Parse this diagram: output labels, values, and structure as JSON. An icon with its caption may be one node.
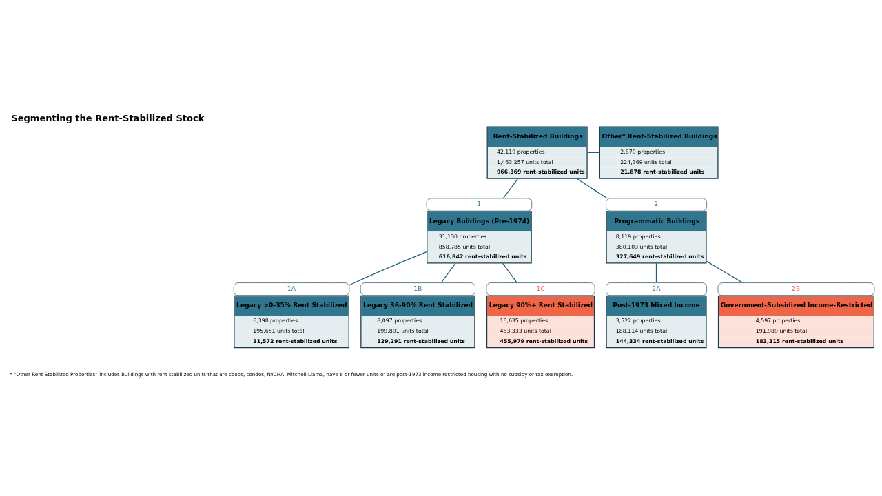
{
  "diagram": {
    "title": "Segmenting the Rent-Stabilized Stock",
    "nodes": [
      {
        "text": [
          "Rent-Stabilized Buildings",
          "42,119 properties",
          "1,463,257 units total",
          "966,369 rent-stabilized units"
        ]
      },
      {
        "text": [
          "Other* Rent-Stabilized Buildings",
          "2,870 properties",
          "224,369 units total",
          "21,878 rent-stabilized units"
        ]
      },
      {
        "text": [
          "Legacy Buildings (Pre-1974)",
          "31,130 properties",
          "858,785 units total",
          "616,842 rent-stabilized units"
        ],
        "beside": [
          "1"
        ]
      },
      {
        "text": [
          "Programmatic Buildings",
          "8,119 properties",
          "380,103 units total",
          "327,649 rent-stabilized units"
        ],
        "beside": [
          "2"
        ]
      },
      {
        "text": [
          "Legacy >0-35% Rent Stabilized",
          "6,398 properties",
          "195,651 units total",
          "31,572 rent-stabilized units"
        ],
        "beside": [
          "1A"
        ]
      },
      {
        "text": [
          "Legacy 36-90% Rent Stabilized",
          "8,097 properties",
          "199,801 units total",
          "129,291 rent-stabilized units"
        ],
        "beside": [
          "1B"
        ]
      },
      {
        "text": [
          "Legacy 90%+ Rent Stabilized",
          "16,635 properties",
          "463,333 units total",
          "455,979 rent-stabilized units"
        ],
        "beside": [
          "1C"
        ]
      },
      {
        "text": [
          "Post-1973 Mixed Income",
          "3,522 properties",
          "188,114 units total",
          "144,334 rent-stabilized units"
        ],
        "beside": [
          "2A"
        ]
      },
      {
        "text": [
          "Government-Subsidized Income-Restricted",
          "4,597 properties",
          "191,989 units total",
          "183,315 rent-stabilized units"
        ],
        "beside": [
          "2B"
        ]
      }
    ],
    "edges": [
      {
        "from": 0,
        "to": 1,
        "arrow": "none"
      },
      {
        "from": 0,
        "to": 2,
        "arrow": "none"
      },
      {
        "from": 0,
        "to": 3,
        "arrow": "none"
      },
      {
        "from": 2,
        "to": 4,
        "arrow": "none"
      },
      {
        "from": 2,
        "to": 5,
        "arrow": "none"
      },
      {
        "from": 2,
        "to": 6,
        "arrow": "none"
      },
      {
        "from": 3,
        "to": 7,
        "arrow": "none"
      },
      {
        "from": 3,
        "to": 8,
        "arrow": "none"
      }
    ],
    "labels": [
      "* “Other Rent Stabilized Properties” includes buildings with rent stabilized units that are coops, condos, NYCHA, Mitchell-Llama, have 6 or fewer units or are post-1973 income restricted housing with no subsidy or tax exemption."
    ]
  }
}
